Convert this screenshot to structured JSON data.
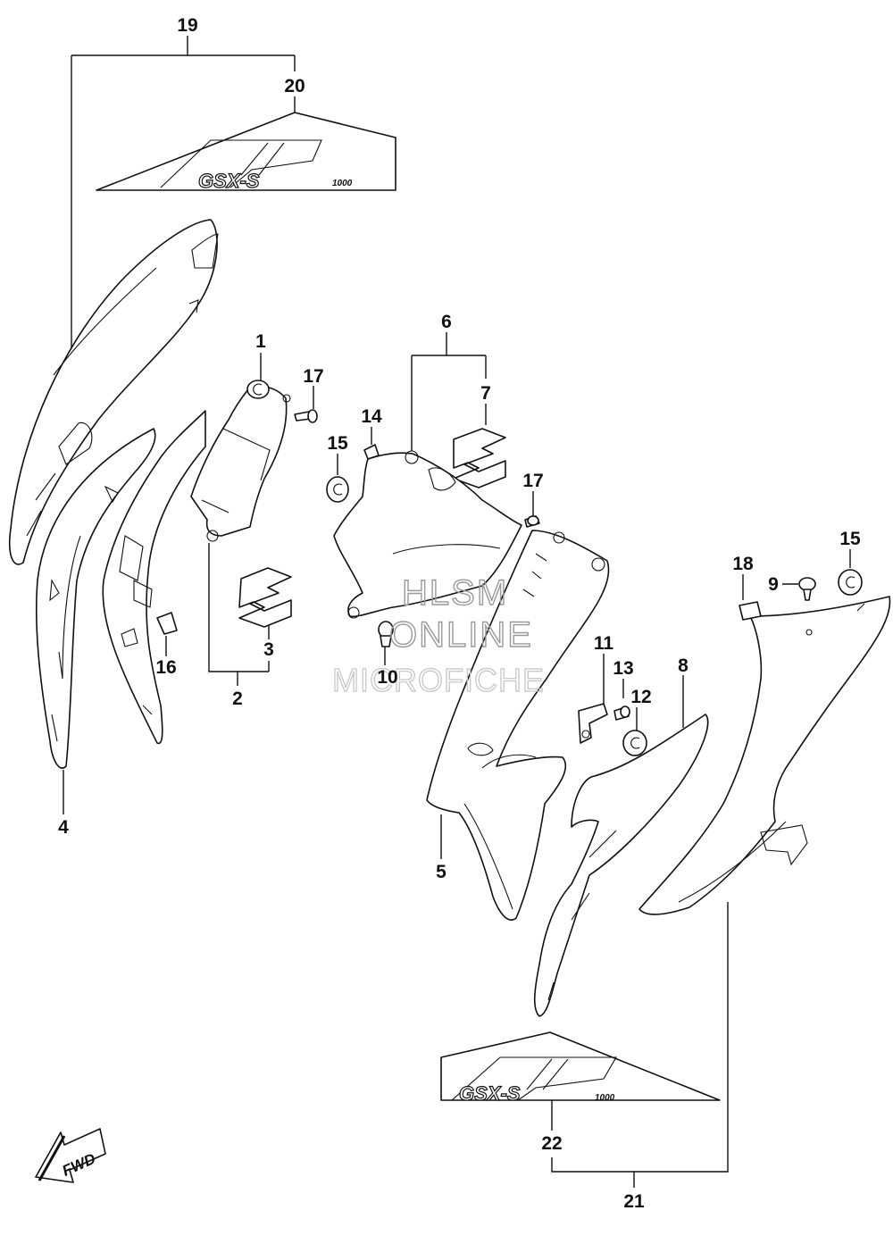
{
  "diagram": {
    "callouts": [
      {
        "id": "c1",
        "label": "1"
      },
      {
        "id": "c2",
        "label": "2"
      },
      {
        "id": "c3",
        "label": "3"
      },
      {
        "id": "c4",
        "label": "4"
      },
      {
        "id": "c5",
        "label": "5"
      },
      {
        "id": "c6",
        "label": "6"
      },
      {
        "id": "c7",
        "label": "7"
      },
      {
        "id": "c8",
        "label": "8"
      },
      {
        "id": "c9",
        "label": "9"
      },
      {
        "id": "c10",
        "label": "10"
      },
      {
        "id": "c11",
        "label": "11"
      },
      {
        "id": "c12",
        "label": "12"
      },
      {
        "id": "c13",
        "label": "13"
      },
      {
        "id": "c14",
        "label": "14"
      },
      {
        "id": "c15a",
        "label": "15"
      },
      {
        "id": "c15b",
        "label": "15"
      },
      {
        "id": "c16",
        "label": "16"
      },
      {
        "id": "c17a",
        "label": "17"
      },
      {
        "id": "c17b",
        "label": "17"
      },
      {
        "id": "c18",
        "label": "18"
      },
      {
        "id": "c19",
        "label": "19"
      },
      {
        "id": "c20",
        "label": "20"
      },
      {
        "id": "c21",
        "label": "21"
      },
      {
        "id": "c22",
        "label": "22"
      }
    ],
    "decal_text": "GSX-S",
    "decal_subtext": "1000",
    "direction_badge": "FWD",
    "watermark": {
      "line1": "HLSM",
      "line2": "ONLINE",
      "line3": "MICROFICHE"
    }
  }
}
